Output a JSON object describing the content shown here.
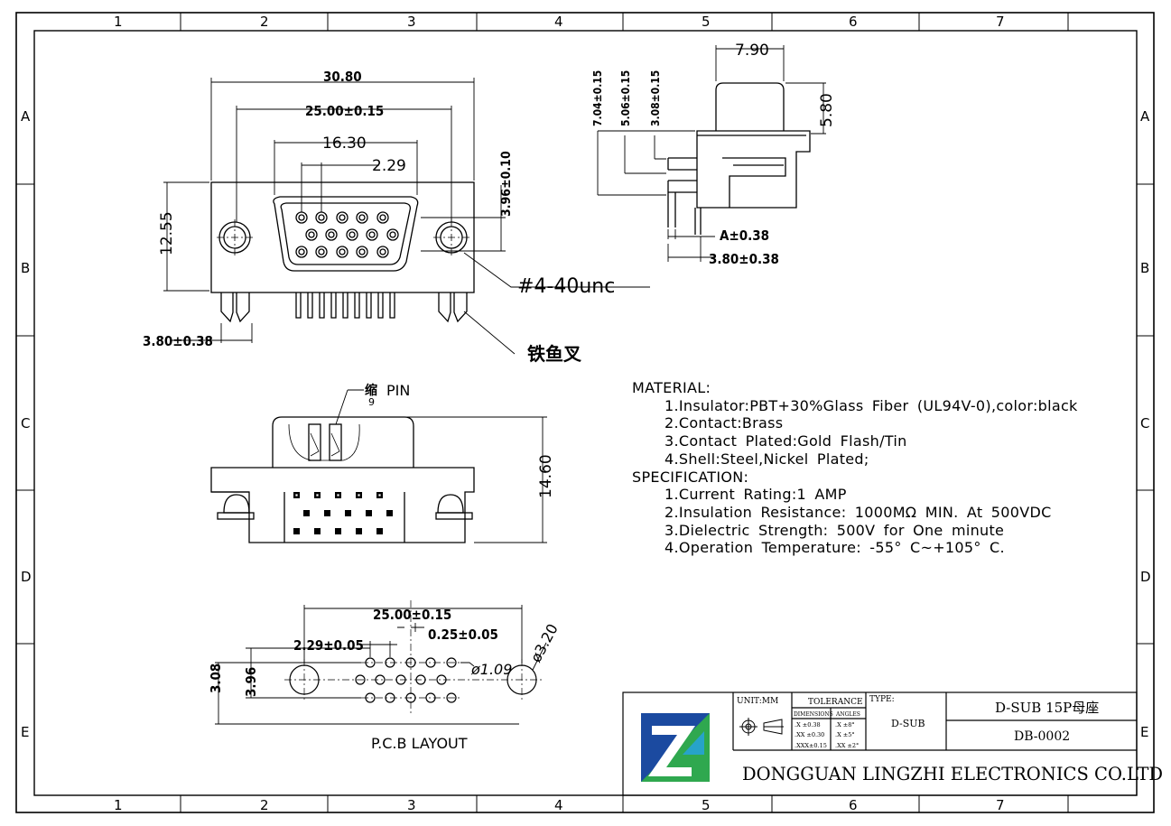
{
  "frame": {
    "col_labels": [
      "1",
      "2",
      "3",
      "4",
      "5",
      "6",
      "7"
    ],
    "row_labels": [
      "A",
      "B",
      "C",
      "D",
      "E"
    ]
  },
  "front_view": {
    "dim_overall_width": "30.80",
    "dim_mount_spacing": "25.00±0.15",
    "dim_shell_width": "16.30",
    "dim_pin_pitch": "2.29",
    "dim_height": "12.55",
    "dim_row_offset": "3.96±0.10",
    "dim_leg": "3.80±0.38",
    "callout_thread": "#4-40unc",
    "callout_boardlock": "铁鱼叉"
  },
  "side_view": {
    "dim_shell_depth": "7.90",
    "dim_shell_height": "5.80",
    "dim_a": "7.04±0.15",
    "dim_b": "5.06±0.15",
    "dim_c": "3.08±0.15",
    "dim_pin_a": "A±0.38",
    "dim_pin_len": "3.80±0.38"
  },
  "top_view": {
    "label_pin": "PIN",
    "label_pin_cn": "缩",
    "label_pin_num": "9",
    "dim_depth": "14.60"
  },
  "pcb_layout": {
    "dim_spacing": "25.00±0.15",
    "dim_offset": "0.25±0.05",
    "dim_pitch": "2.29±0.05",
    "dim_hole": "ø1.09",
    "dim_mount_hole": "ø3.20",
    "dim_row1": "3.08",
    "dim_row2": "3.96",
    "caption": "P.C.B LAYOUT"
  },
  "notes": {
    "material_title": "MATERIAL:",
    "material_items": [
      "1.Insulator:PBT+30%Glass Fiber (UL94V-0),color:black",
      "2.Contact:Brass",
      "3.Contact Plated:Gold Flash/Tin",
      "4.Shell:Steel,Nickel Plated;"
    ],
    "spec_title": "SPECIFICATION:",
    "spec_items": [
      "1.Current Rating:1 AMP",
      "2.Insulation Resistance: 1000MΩ MIN. At 500VDC",
      "3.Dielectric Strength: 500V for One minute",
      "4.Operation Temperature: -55° C~+105° C."
    ]
  },
  "title_block": {
    "unit": "UNIT:MM",
    "tolerance_title": "TOLERANCE",
    "tol_dim_header": "DIMENSIONS",
    "tol_ang_header": "ANGLES",
    "tol_dims": [
      ".X  ±0.38",
      ".XX ±0.30",
      ".XXX±0.15"
    ],
    "tol_angles": [
      ".X  ±8°",
      ".X  ±5°",
      ".XX ±2°"
    ],
    "type_label": "TYPE:",
    "type_value": "D-SUB",
    "part_name": "D-SUB 15P母座",
    "part_number": "DB-0002",
    "company": "DONGGUAN LINGZHI ELECTRONICS CO.LTD",
    "logo_colors": [
      "#1b4aa0",
      "#2fa84f",
      "#27a3c9"
    ]
  }
}
